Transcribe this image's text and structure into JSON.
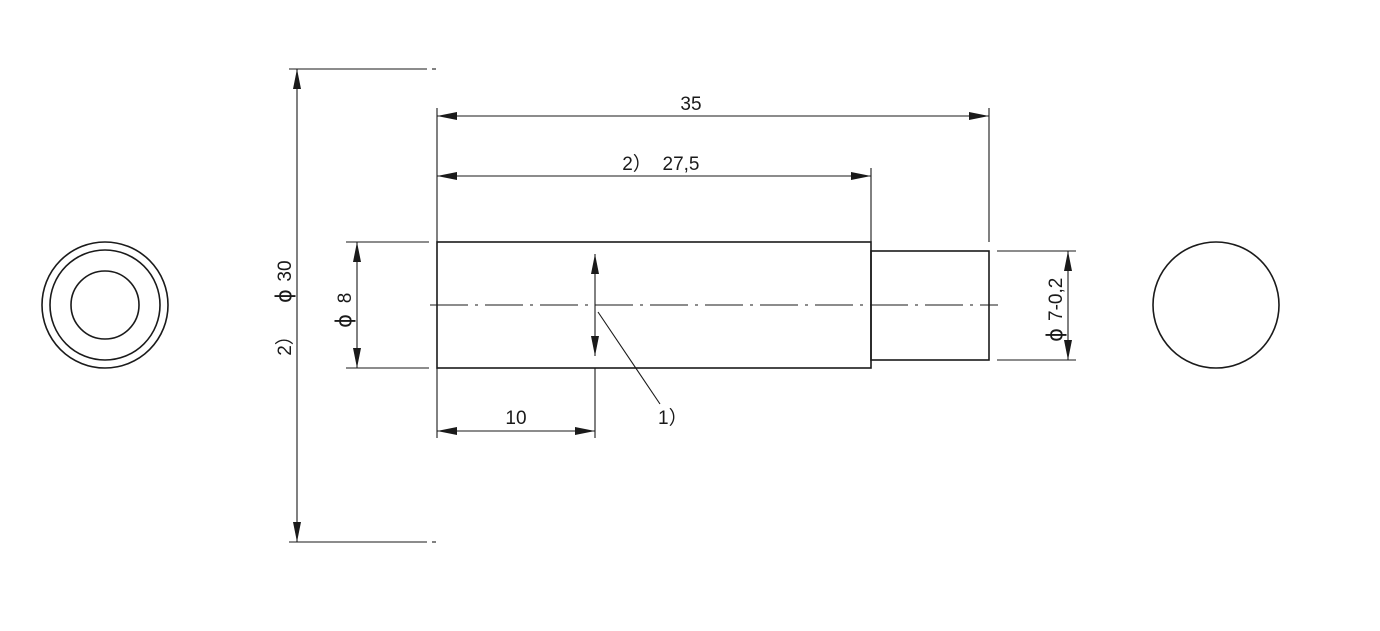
{
  "dimensions": {
    "overall_length": "35",
    "body_length": "27,5",
    "body_length_note": "2）",
    "hole_position": "10",
    "body_diameter_symbol": "ϕ",
    "body_diameter": "8",
    "tip_diameter_symbol": "ϕ",
    "tip_diameter": "7-0,2",
    "flange_diameter_note": "2）",
    "flange_diameter_symbol": "ϕ",
    "flange_diameter": "30"
  },
  "notes": {
    "leader_1": "1）"
  }
}
